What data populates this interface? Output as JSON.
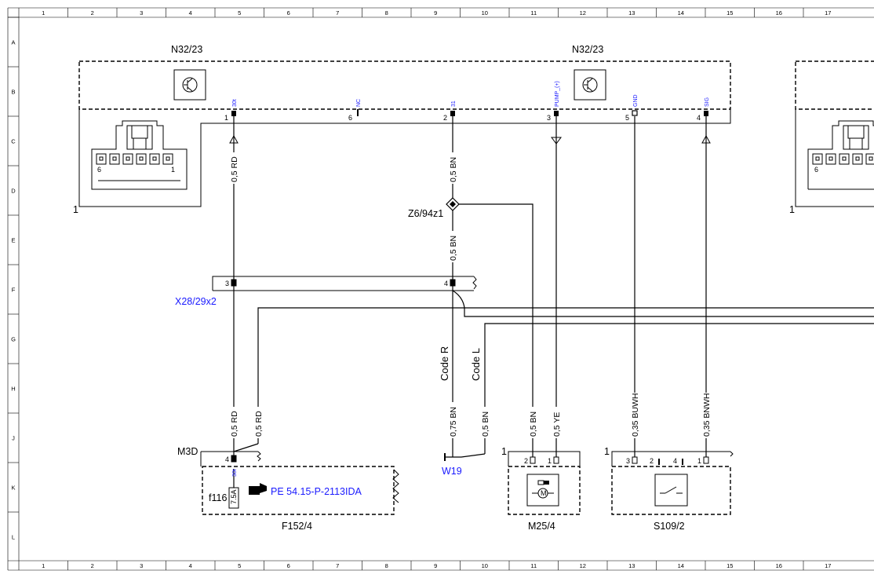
{
  "grid": {
    "columns": [
      "1",
      "2",
      "3",
      "4",
      "5",
      "6",
      "7",
      "8",
      "9",
      "10",
      "11",
      "12",
      "13",
      "14",
      "15",
      "16",
      "17"
    ],
    "rows": [
      "A",
      "B",
      "C",
      "D",
      "E",
      "F",
      "G",
      "H",
      "J",
      "K",
      "L"
    ]
  },
  "components": {
    "n32_left": "N32/23",
    "n32_right": "N32/23",
    "z6": "Z6/94z1",
    "x28": "X28/29x2",
    "m3d": "M3D",
    "w19": "W19",
    "f152": "F152/4",
    "m25": "M25/4",
    "s109": "S109/2",
    "f116": "f116",
    "fuse_rating": "7.5A",
    "ref_link": "PE 54.15-P-2113IDA"
  },
  "connector_markers": {
    "left_box": "1",
    "right_box": "1",
    "m25_box": "1",
    "s109_box": "1",
    "conn_pin_6": "6",
    "conn_pin_1": "1"
  },
  "n32_pins": [
    {
      "num": "1",
      "label": "30t"
    },
    {
      "num": "6",
      "label": "NC"
    },
    {
      "num": "2",
      "label": "31"
    },
    {
      "num": "3",
      "label": "PUMP_(+)"
    },
    {
      "num": "5",
      "label": "GND"
    },
    {
      "num": "4",
      "label": "SIG"
    }
  ],
  "x28_pins": [
    "3",
    "4"
  ],
  "m3d_pin": {
    "num": "4",
    "label": "30t"
  },
  "m25_pins": [
    "2",
    "1"
  ],
  "s109_pins": [
    "3",
    "2",
    "4",
    "1"
  ],
  "wires": {
    "rd_upper": "0,5 RD",
    "bn_upper": "0,5 BN",
    "bn_mid": "0,5 BN",
    "rd_lower_a": "0,5 RD",
    "rd_lower_b": "0,5 RD",
    "bn_075": "0,75 BN",
    "bn_lower": "0,5 BN",
    "bn_m25": "0,5 BN",
    "ye_m25": "0,5 YE",
    "buwh": "0,35 BUWH",
    "bnwh": "0,35 BNWH"
  },
  "codes": {
    "code_r": "Code R",
    "code_l": "Code L"
  }
}
